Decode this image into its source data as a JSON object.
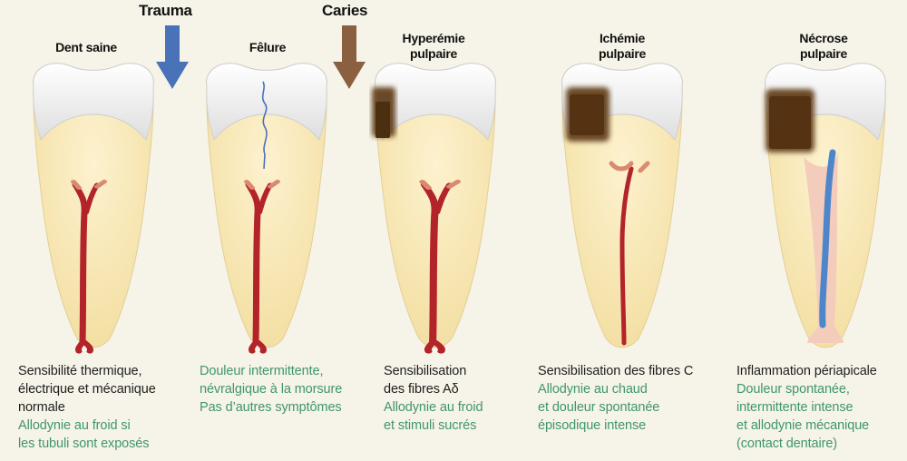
{
  "causes": {
    "trauma": "Trauma",
    "caries": "Caries"
  },
  "colors": {
    "trauma_arrow": "#4a72b8",
    "caries_arrow": "#8a6040",
    "nerve": "#b3232a",
    "green_text": "#3f9670",
    "necrosis_vessel": "#4f86c9"
  },
  "stages": [
    {
      "title": [
        "Dent saine"
      ],
      "black": [
        "Sensibilité thermique,",
        "électrique et mécanique",
        "normale"
      ],
      "green": [
        "Allodynie au froid si",
        "les tubuli sont exposés"
      ]
    },
    {
      "title": [
        "Fêlure"
      ],
      "black": [],
      "green": [
        "Douleur intermittente,",
        "névralgique à la morsure",
        "Pas d’autres symptômes"
      ]
    },
    {
      "title": [
        "Hyperémie",
        "pulpaire"
      ],
      "black": [
        "Sensibilisation",
        "des fibres Aδ"
      ],
      "green": [
        "Allodynie au froid",
        "et stimuli sucrés"
      ]
    },
    {
      "title": [
        "Ichémie",
        "pulpaire"
      ],
      "black": [
        "Sensibilisation des fibres C"
      ],
      "green": [
        "Allodynie au chaud",
        "et douleur spontanée",
        "épisodique intense"
      ]
    },
    {
      "title": [
        "Nécrose",
        "pulpaire"
      ],
      "black": [
        "Inflammation périapicale"
      ],
      "green": [
        "Douleur spontanée,",
        "intermittente intense",
        "et allodynie mécanique",
        "(contact dentaire)"
      ]
    }
  ]
}
